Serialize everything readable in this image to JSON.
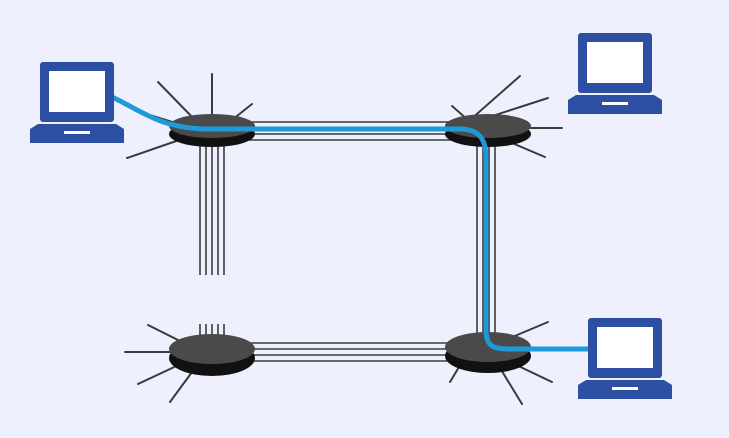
{
  "diagram": {
    "background": "#eef1fd",
    "colors": {
      "laptop": "#2d4fa3",
      "laptop_screen": "#ffffff",
      "router_top": "#4a4a4a",
      "router_base": "#111111",
      "link_lines": "#3c3c3c",
      "path": "#1e9ad8",
      "spokes": "#3a3a3a"
    },
    "routers": [
      {
        "id": "router-top-left",
        "icon": "router-icon"
      },
      {
        "id": "router-top-right",
        "icon": "router-icon"
      },
      {
        "id": "router-bottom-left",
        "icon": "router-icon"
      },
      {
        "id": "router-bottom-right",
        "icon": "router-icon"
      }
    ],
    "laptops": [
      {
        "id": "laptop-left",
        "icon": "laptop-icon"
      },
      {
        "id": "laptop-top-right",
        "icon": "laptop-icon"
      },
      {
        "id": "laptop-bottom-right",
        "icon": "laptop-icon"
      }
    ],
    "links": [
      {
        "from": "router-top-left",
        "to": "router-top-right"
      },
      {
        "from": "router-top-left",
        "to": "router-bottom-left"
      },
      {
        "from": "router-top-right",
        "to": "router-bottom-right"
      },
      {
        "from": "router-bottom-left",
        "to": "router-bottom-right"
      }
    ],
    "highlighted_path": [
      "laptop-left",
      "router-top-left",
      "router-top-right",
      "router-bottom-right",
      "laptop-bottom-right"
    ]
  }
}
